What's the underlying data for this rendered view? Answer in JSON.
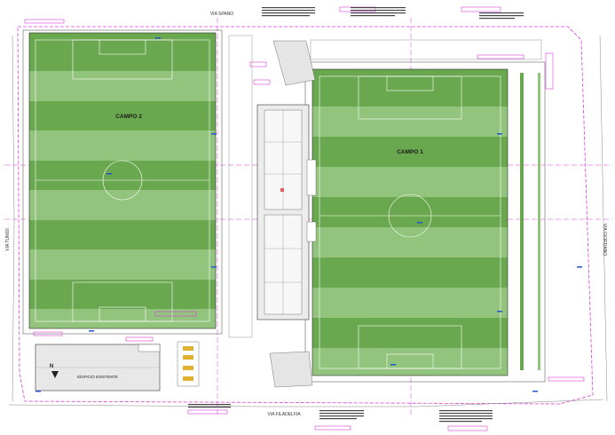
{
  "streets": {
    "top": "VIA SPANO",
    "bottom": "VIA FILADELFIA",
    "left": "VIA TUNISI",
    "right": "VIA GIORDANO"
  },
  "fields": {
    "campo2": "CAMPO 2",
    "campo1": "CAMPO 1"
  },
  "building": {
    "existing": "EDIFICIO ESISTENTE"
  },
  "compass": {
    "north": "N"
  },
  "colors": {
    "grass_dark": "#6aa84f",
    "grass_light": "#93c47d",
    "annotation": "#d63fd6",
    "outline": "#444444",
    "building": "#e8e8e8"
  }
}
